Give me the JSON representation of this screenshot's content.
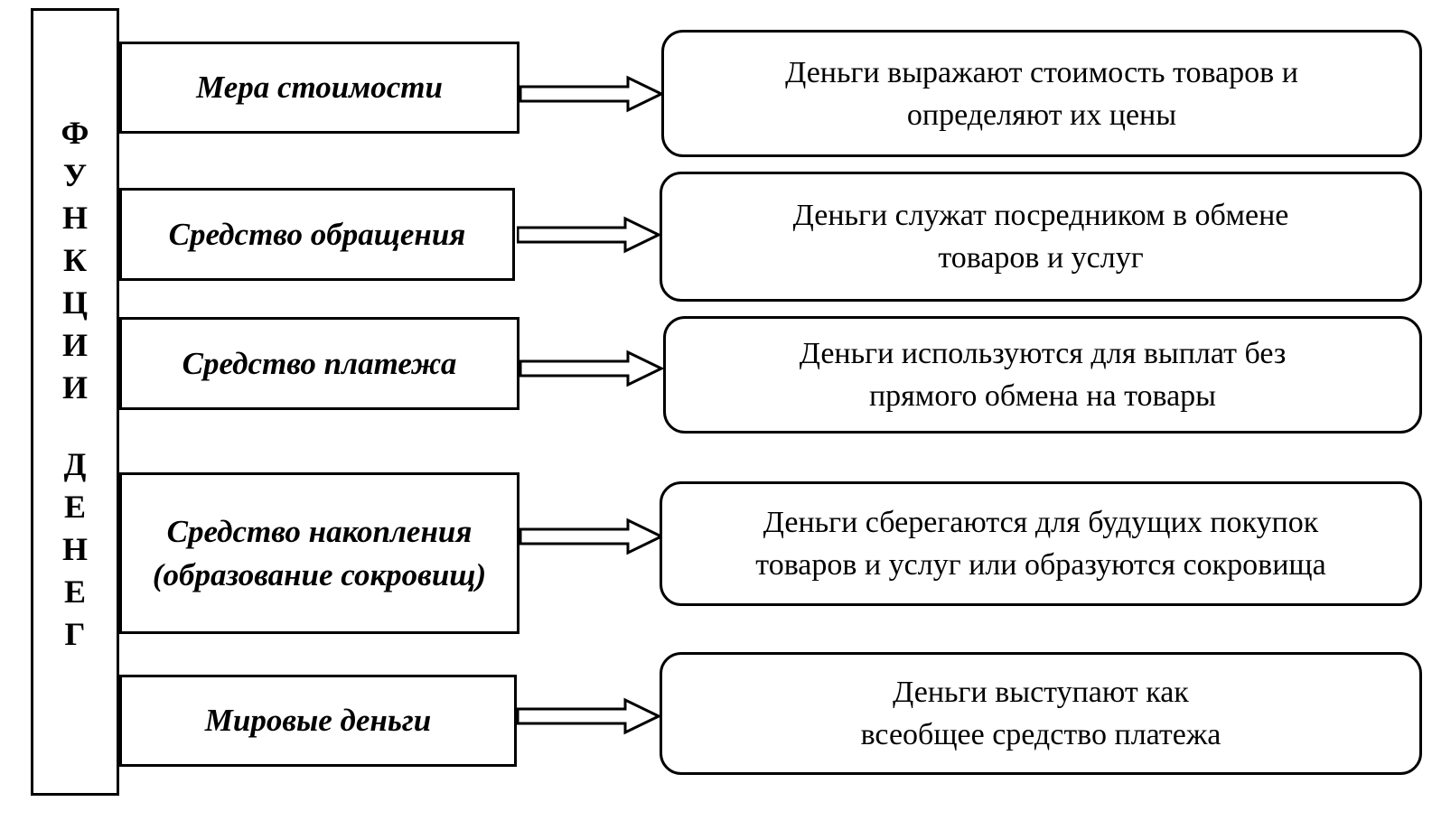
{
  "diagram": {
    "vertical_label_top": [
      "Ф",
      "У",
      "Н",
      "К",
      "Ц",
      "И",
      "И"
    ],
    "vertical_label_bottom": [
      "Д",
      "Е",
      "Н",
      "Е",
      "Г"
    ],
    "functions": [
      {
        "name": "Мера стоимости",
        "description": "Деньги выражают стоимость товаров и\nопределяют их цены"
      },
      {
        "name": "Средство обращения",
        "description": "Деньги служат посредником в обмене\nтоваров и услуг"
      },
      {
        "name": "Средство платежа",
        "description": "Деньги используются для выплат без\nпрямого обмена на товары"
      },
      {
        "name": "Средство накопления (образование сокровищ)",
        "description": "Деньги сберегаются для будущих покупок\nтоваров и услуг или образуются сокровища"
      },
      {
        "name": "Мировые деньги",
        "description": "Деньги выступают как\nвсеобщее средство платежа"
      }
    ]
  }
}
